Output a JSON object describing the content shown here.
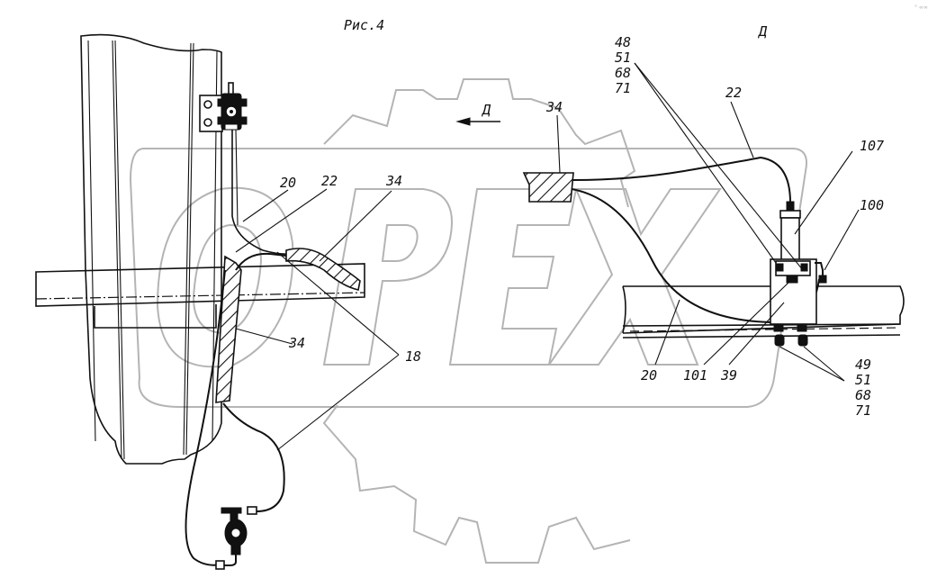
{
  "figure": {
    "title": "Рис.4",
    "view_label": "Д",
    "direction_label": "Д",
    "watermark_text": "OPEX",
    "corner_mark": "° ∞∞"
  },
  "left_view": {
    "callouts": [
      {
        "id": "hose-20",
        "text": "20"
      },
      {
        "id": "hose-22",
        "text": "22"
      },
      {
        "id": "sleeve-34-top",
        "text": "34"
      },
      {
        "id": "sleeve-34-side",
        "text": "34"
      },
      {
        "id": "clamp-18",
        "text": "18"
      }
    ]
  },
  "right_view": {
    "callouts": [
      {
        "id": "sleeve-34",
        "text": "34"
      },
      {
        "id": "hose-22",
        "text": "22"
      },
      {
        "id": "sensor-107",
        "text": "107"
      },
      {
        "id": "fitting-100",
        "text": "100"
      },
      {
        "id": "hose-20",
        "text": "20"
      },
      {
        "id": "adapter-101",
        "text": "101"
      },
      {
        "id": "bracket-39",
        "text": "39"
      }
    ],
    "fastener_group_top": [
      "48",
      "51",
      "68",
      "71"
    ],
    "fastener_group_bottom": [
      "49",
      "51",
      "68",
      "71"
    ]
  }
}
